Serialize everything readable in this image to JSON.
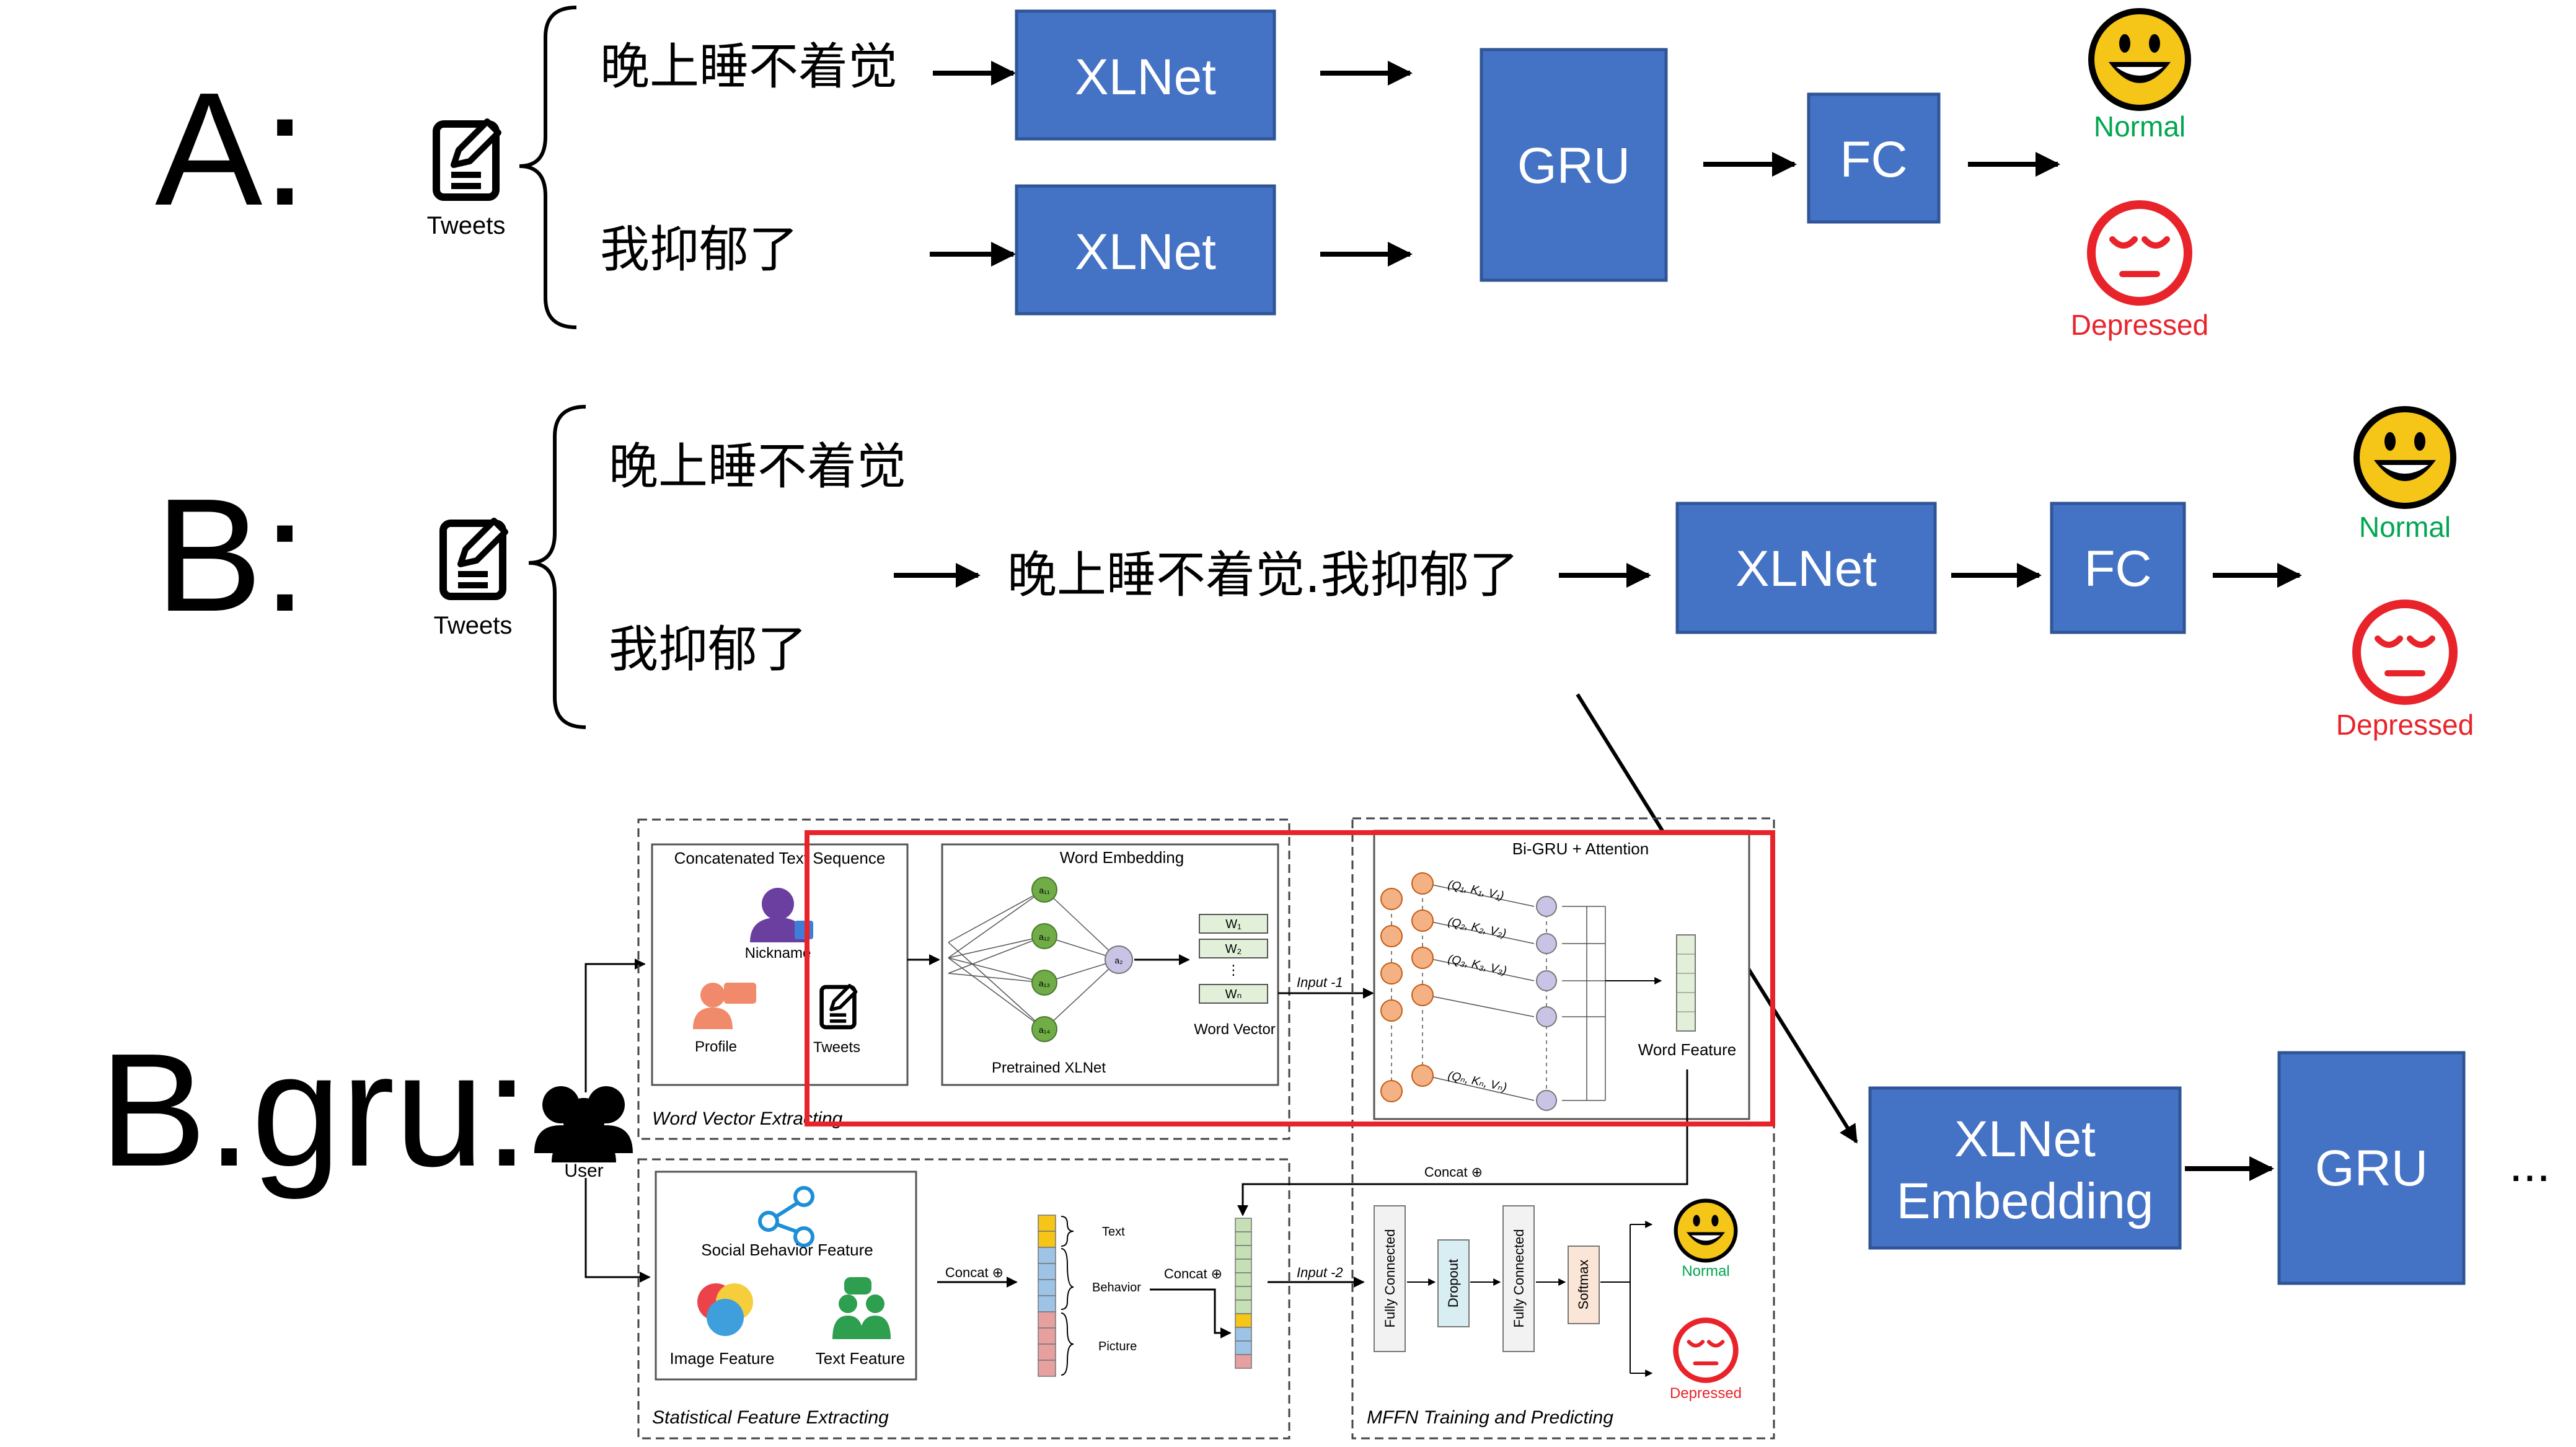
{
  "colors": {
    "box_fill": "#4472c4",
    "box_stroke": "#2f5597",
    "normal_green": "#00a650",
    "depressed_red": "#e8232a",
    "face_yellow": "#f5c518",
    "highlight_red": "#e8232a",
    "node_orange": "#f4b183",
    "node_green": "#70ad47",
    "node_purple": "#b4a7d6"
  },
  "section_a": {
    "label": "A:",
    "tweets_label": "Tweets",
    "tweet_1": "晚上睡不着觉",
    "tweet_2": "我抑郁了",
    "xlnet_1": "XLNet",
    "xlnet_2": "XLNet",
    "gru": "GRU",
    "fc": "FC",
    "normal": "Normal",
    "depressed": "Depressed"
  },
  "section_b": {
    "label": "B:",
    "tweets_label": "Tweets",
    "tweet_1": "晚上睡不着觉",
    "tweet_2": "我抑郁了",
    "concatenated": "晚上睡不着觉.我抑郁了",
    "xlnet": "XLNet",
    "fc": "FC",
    "normal": "Normal",
    "depressed": "Depressed"
  },
  "section_bgru": {
    "label": "B.gru:",
    "user": "User",
    "concat_text_seq": "Concatenated Text Sequence",
    "nickname": "Nickname",
    "profile": "Profile",
    "tweets": "Tweets",
    "word_embedding": "Word Embedding",
    "pretrained_xlnet": "Pretrained XLNet",
    "word_vector": "Word Vector",
    "w1": "W₁",
    "w2": "W₂",
    "wdots": "⋮",
    "wn": "Wₙ",
    "a_nodes": [
      "a₁₁",
      "a₁₂",
      "a₁₃",
      "a₁₄"
    ],
    "a_out": "a₂",
    "word_vector_extracting": "Word Vector Extracting",
    "input_1": "Input -1",
    "bigru_attention": "Bi-GRU + Attention",
    "qkv": [
      "(Q₁, K₁, V₁)",
      "(Q₂, K₂, V₂)",
      "(Q₃, K₃, V₃)",
      "(Qₙ, Kₙ, Vₙ)"
    ],
    "word_feature": "Word Feature",
    "concat_top": "Concat ⊕",
    "social_behavior_feature": "Social Behavior Feature",
    "image_feature": "Image Feature",
    "text_feature": "Text Feature",
    "concat_mid": "Concat ⊕",
    "concat_right": "Concat ⊕",
    "text": "Text",
    "behavior": "Behavior",
    "picture": "Picture",
    "input_2": "Input -2",
    "fully_connected_1": "Fully Connected",
    "dropout": "Dropout",
    "fully_connected_2": "Fully Connected",
    "softmax": "Softmax",
    "normal": "Normal",
    "depressed": "Depressed",
    "statistical_feature_extracting": "Statistical Feature Extracting",
    "mffn": "MFFN Training and Predicting",
    "xlnet_embedding_1": "XLNet",
    "xlnet_embedding_2": "Embedding",
    "gru": "GRU",
    "ellipsis": "..."
  }
}
